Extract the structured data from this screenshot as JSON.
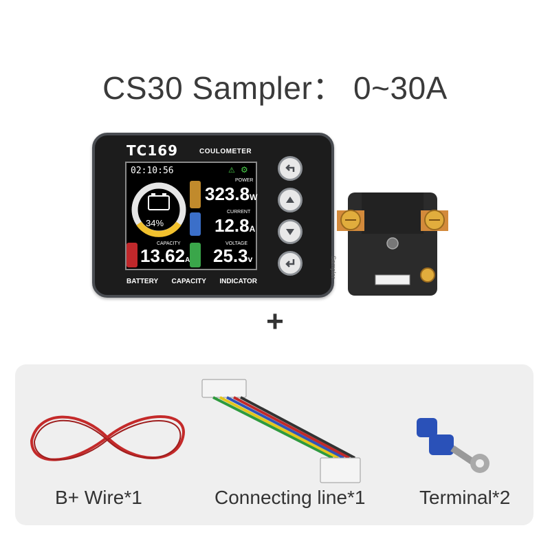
{
  "headline": "CS30 Sampler： 0~30A",
  "meter": {
    "model": "TC169",
    "subtitle": "COULOMETER",
    "time": "02:10:56",
    "battery_percent": "34%",
    "power": {
      "label": "POWER",
      "value": "323.8",
      "unit": "W"
    },
    "current": {
      "label": "CURRENT",
      "value": "12.8",
      "unit": "A"
    },
    "capacity": {
      "label": "CAPACITY",
      "value": "13.62",
      "unit": "Ah"
    },
    "voltage": {
      "label": "VOLTAGE",
      "value": "25.3",
      "unit": "v"
    },
    "bottom_labels": [
      "BATTERY",
      "CAPACITY",
      "INDICATOR"
    ],
    "buttons": [
      "back-icon",
      "up-arrow-icon",
      "down-arrow-icon",
      "enter-icon"
    ]
  },
  "sampler_label": "Sampler",
  "plus_sign": "+",
  "accessories": [
    {
      "label": "B+ Wire*1",
      "icon": "red-wire"
    },
    {
      "label": "Connecting line*1",
      "icon": "ribbon-cable"
    },
    {
      "label": "Terminal*2",
      "icon": "ring-terminal"
    }
  ],
  "colors": {
    "power": "#c18a2c",
    "current": "#3b6fc9",
    "capacity": "#c0282b",
    "voltage": "#3aa64a",
    "ring": "#f2c12e"
  }
}
